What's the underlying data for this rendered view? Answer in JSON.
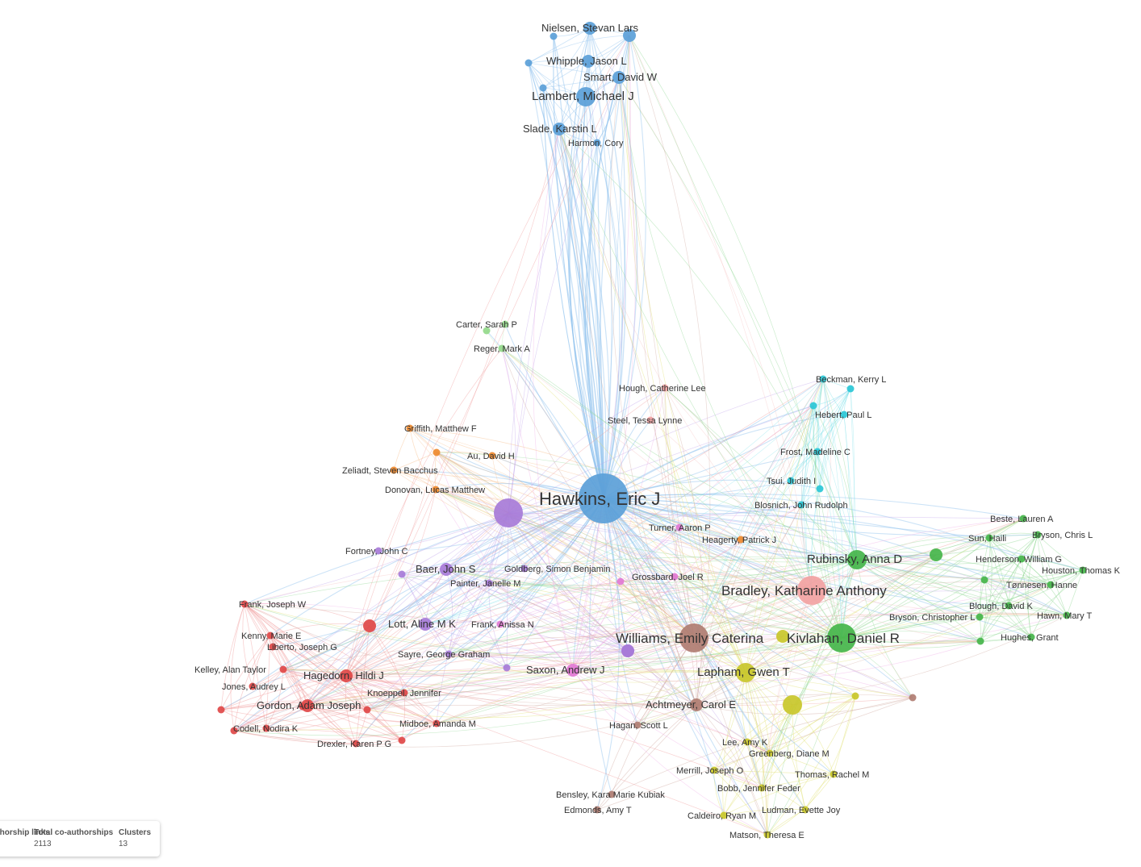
{
  "clusters": [
    {
      "id": "blue",
      "color": "#5b9fd8",
      "edge_color": "#8ec0ee"
    },
    {
      "id": "purple",
      "color": "#a77bd8",
      "edge_color": "#c2a4ea"
    },
    {
      "id": "red",
      "color": "#e04848",
      "edge_color": "#f09a9a"
    },
    {
      "id": "green",
      "color": "#45b54a",
      "edge_color": "#8ed693"
    },
    {
      "id": "salmon",
      "color": "#f2a2a2",
      "edge_color": "#f7c6c6"
    },
    {
      "id": "brown",
      "color": "#b07d72",
      "edge_color": "#d1aaa1"
    },
    {
      "id": "olive",
      "color": "#c9c72a",
      "edge_color": "#e1df6f"
    },
    {
      "id": "pink",
      "color": "#e278d4",
      "edge_color": "#efaee6"
    },
    {
      "id": "cyan",
      "color": "#2ac7d6",
      "edge_color": "#7de0e9"
    },
    {
      "id": "orange",
      "color": "#ee8a2f",
      "edge_color": "#f6bb86"
    },
    {
      "id": "lightgreen",
      "color": "#94d98a",
      "edge_color": "#c5eebf"
    }
  ],
  "nodes": [
    {
      "id": "hawkins",
      "label": "Hawkins, Eric J",
      "cluster": "blue",
      "size": 5
    },
    {
      "id": "nielsen",
      "label": "Nielsen, Stevan Lars",
      "cluster": "blue",
      "size": 2
    },
    {
      "id": "blue_n2",
      "label": "",
      "cluster": "blue",
      "size": 1
    },
    {
      "id": "blue_n3",
      "label": "",
      "cluster": "blue",
      "size": 2
    },
    {
      "id": "blue_n4",
      "label": "",
      "cluster": "blue",
      "size": 1
    },
    {
      "id": "whipple",
      "label": "Whipple, Jason L",
      "cluster": "blue",
      "size": 2
    },
    {
      "id": "smart",
      "label": "Smart, David W",
      "cluster": "blue",
      "size": 2
    },
    {
      "id": "blue_n7",
      "label": "",
      "cluster": "blue",
      "size": 1
    },
    {
      "id": "lambert",
      "label": "Lambert, Michael J",
      "cluster": "blue",
      "size": 3
    },
    {
      "id": "slade",
      "label": "Slade, Karstin L",
      "cluster": "blue",
      "size": 2
    },
    {
      "id": "harmon",
      "label": "Harmon, Cory",
      "cluster": "blue",
      "size": 1
    },
    {
      "id": "purple_hub",
      "label": "",
      "cluster": "purple",
      "size": 4
    },
    {
      "id": "baer",
      "label": "Baer, John S",
      "cluster": "purple",
      "size": 2
    },
    {
      "id": "fortney",
      "label": "Fortney, John C",
      "cluster": "purple",
      "size": 1
    },
    {
      "id": "purple_n4",
      "label": "",
      "cluster": "purple",
      "size": 1
    },
    {
      "id": "painter",
      "label": "Painter, Janelle M",
      "cluster": "purple",
      "size": 1
    },
    {
      "id": "goldberg",
      "label": "Goldberg, Simon Benjamin",
      "cluster": "purple",
      "size": 1
    },
    {
      "id": "lott",
      "label": "Lott, Aline M K",
      "cluster": "purple",
      "size": 2
    },
    {
      "id": "sayre",
      "label": "Sayre, George Graham",
      "cluster": "purple",
      "size": 1
    },
    {
      "id": "purple_n9",
      "label": "",
      "cluster": "purple",
      "size": 1
    },
    {
      "id": "purple_n10",
      "label": "",
      "cluster": "purple",
      "size": 2
    },
    {
      "id": "frank_w",
      "label": "Frank, Joseph W",
      "cluster": "red",
      "size": 1
    },
    {
      "id": "kenny",
      "label": "Kenny, Marie E",
      "cluster": "red",
      "size": 1
    },
    {
      "id": "liberto",
      "label": "Liberto, Joseph G",
      "cluster": "red",
      "size": 1
    },
    {
      "id": "kelley",
      "label": "Kelley, Alan Taylor",
      "cluster": "red",
      "size": 1
    },
    {
      "id": "hagedorn",
      "label": "Hagedorn, Hildi J",
      "cluster": "red",
      "size": 2
    },
    {
      "id": "jones",
      "label": "Jones, Audrey L",
      "cluster": "red",
      "size": 1
    },
    {
      "id": "gordon",
      "label": "Gordon, Adam Joseph",
      "cluster": "red",
      "size": 2
    },
    {
      "id": "knoeppel",
      "label": "Knoeppel, Jennifer",
      "cluster": "red",
      "size": 1
    },
    {
      "id": "codell",
      "label": "Codell, Nodira K",
      "cluster": "red",
      "size": 1
    },
    {
      "id": "midboe",
      "label": "Midboe, Amanda M",
      "cluster": "red",
      "size": 1
    },
    {
      "id": "drexler",
      "label": "Drexler, Karen P G",
      "cluster": "red",
      "size": 1
    },
    {
      "id": "red_n12",
      "label": "",
      "cluster": "red",
      "size": 2
    },
    {
      "id": "red_n13",
      "label": "",
      "cluster": "red",
      "size": 1
    },
    {
      "id": "red_n14",
      "label": "",
      "cluster": "red",
      "size": 1
    },
    {
      "id": "red_n15",
      "label": "",
      "cluster": "red",
      "size": 1
    },
    {
      "id": "red_n16",
      "label": "",
      "cluster": "red",
      "size": 1
    },
    {
      "id": "red_n17",
      "label": "",
      "cluster": "red",
      "size": 1
    },
    {
      "id": "griffith",
      "label": "Griffith, Matthew F",
      "cluster": "orange",
      "size": 1
    },
    {
      "id": "orange_n2",
      "label": "",
      "cluster": "orange",
      "size": 1
    },
    {
      "id": "au",
      "label": "Au, David H",
      "cluster": "orange",
      "size": 1
    },
    {
      "id": "zeliadt",
      "label": "Zeliadt, Steven Bacchus",
      "cluster": "orange",
      "size": 1
    },
    {
      "id": "donovan",
      "label": "Donovan, Lucas Matthew",
      "cluster": "orange",
      "size": 1
    },
    {
      "id": "heagerty",
      "label": "Heagerty, Patrick J",
      "cluster": "orange",
      "size": 1
    },
    {
      "id": "carter",
      "label": "Carter, Sarah P",
      "cluster": "lightgreen",
      "size": 1
    },
    {
      "id": "reger",
      "label": "Reger, Mark A",
      "cluster": "lightgreen",
      "size": 1
    },
    {
      "id": "lightgreen_n3",
      "label": "",
      "cluster": "lightgreen",
      "size": 1
    },
    {
      "id": "lightgreen_n4",
      "label": "",
      "cluster": "olive",
      "size": 1
    },
    {
      "id": "hough",
      "label": "Hough, Catherine Lee",
      "cluster": "salmon",
      "size": 1
    },
    {
      "id": "steel",
      "label": "Steel, Tessa Lynne",
      "cluster": "salmon",
      "size": 1
    },
    {
      "id": "bradley",
      "label": "Bradley, Katharine Anthony",
      "cluster": "salmon",
      "size": 4
    },
    {
      "id": "beckman",
      "label": "Beckman, Kerry L",
      "cluster": "cyan",
      "size": 1
    },
    {
      "id": "cyan_n2",
      "label": "",
      "cluster": "cyan",
      "size": 1
    },
    {
      "id": "hebert",
      "label": "Hebert, Paul L",
      "cluster": "cyan",
      "size": 1
    },
    {
      "id": "cyan_n4",
      "label": "",
      "cluster": "cyan",
      "size": 1
    },
    {
      "id": "frost",
      "label": "Frost, Madeline C",
      "cluster": "cyan",
      "size": 1
    },
    {
      "id": "tsui",
      "label": "Tsui, Judith I",
      "cluster": "cyan",
      "size": 1
    },
    {
      "id": "blosnich",
      "label": "Blosnich, John Rudolph",
      "cluster": "cyan",
      "size": 1
    },
    {
      "id": "cyan_n8",
      "label": "",
      "cluster": "cyan",
      "size": 1
    },
    {
      "id": "turner",
      "label": "Turner, Aaron P",
      "cluster": "pink",
      "size": 1
    },
    {
      "id": "grossbard",
      "label": "Grossbard, Joel R",
      "cluster": "pink",
      "size": 1
    },
    {
      "id": "saxon",
      "label": "Saxon, Andrew J",
      "cluster": "pink",
      "size": 2
    },
    {
      "id": "frank_a",
      "label": "Frank, Anissa N",
      "cluster": "pink",
      "size": 1
    },
    {
      "id": "pink_n5",
      "label": "",
      "cluster": "pink",
      "size": 1
    },
    {
      "id": "williams",
      "label": "Williams, Emily Caterina",
      "cluster": "brown",
      "size": 4
    },
    {
      "id": "achtmeyer",
      "label": "Achtmeyer, Carol E",
      "cluster": "brown",
      "size": 2
    },
    {
      "id": "hagan",
      "label": "Hagan, Scott L",
      "cluster": "brown",
      "size": 1
    },
    {
      "id": "bensley",
      "label": "Bensley, Kara Marie Kubiak",
      "cluster": "brown",
      "size": 1
    },
    {
      "id": "edmonds",
      "label": "Edmonds, Amy T",
      "cluster": "brown",
      "size": 1
    },
    {
      "id": "brown_n6",
      "label": "",
      "cluster": "brown",
      "size": 1
    },
    {
      "id": "purple_near_williams",
      "label": "",
      "cluster": "purple",
      "size": 2
    },
    {
      "id": "lapham",
      "label": "Lapham, Gwen T",
      "cluster": "olive",
      "size": 3
    },
    {
      "id": "olive_n2",
      "label": "",
      "cluster": "olive",
      "size": 2
    },
    {
      "id": "olive_n3",
      "label": "",
      "cluster": "olive",
      "size": 3
    },
    {
      "id": "lee",
      "label": "Lee, Amy K",
      "cluster": "olive",
      "size": 1
    },
    {
      "id": "greenberg",
      "label": "Greenberg, Diane M",
      "cluster": "olive",
      "size": 1
    },
    {
      "id": "merrill",
      "label": "Merrill, Joseph O",
      "cluster": "olive",
      "size": 1
    },
    {
      "id": "thomas",
      "label": "Thomas, Rachel M",
      "cluster": "olive",
      "size": 1
    },
    {
      "id": "bobb",
      "label": "Bobb, Jennifer Feder",
      "cluster": "olive",
      "size": 1
    },
    {
      "id": "caldeiro",
      "label": "Caldeiro, Ryan M",
      "cluster": "olive",
      "size": 1
    },
    {
      "id": "ludman",
      "label": "Ludman, Evette Joy",
      "cluster": "olive",
      "size": 1
    },
    {
      "id": "matson",
      "label": "Matson, Theresa E",
      "cluster": "olive",
      "size": 1
    },
    {
      "id": "rubinsky",
      "label": "Rubinsky, Anna D",
      "cluster": "green",
      "size": 3
    },
    {
      "id": "kivlahan",
      "label": "Kivlahan, Daniel R",
      "cluster": "green",
      "size": 4
    },
    {
      "id": "beste",
      "label": "Beste, Lauren A",
      "cluster": "green",
      "size": 1
    },
    {
      "id": "sun",
      "label": "Sun, Haili",
      "cluster": "green",
      "size": 1
    },
    {
      "id": "bryson_c",
      "label": "Bryson, Chris L",
      "cluster": "green",
      "size": 1
    },
    {
      "id": "green_n6",
      "label": "",
      "cluster": "green",
      "size": 2
    },
    {
      "id": "henderson",
      "label": "Henderson, William G",
      "cluster": "green",
      "size": 1
    },
    {
      "id": "houston",
      "label": "Houston, Thomas K",
      "cluster": "green",
      "size": 1
    },
    {
      "id": "tonnesen",
      "label": "Tønnesen, Hanne",
      "cluster": "green",
      "size": 1
    },
    {
      "id": "green_n10",
      "label": "",
      "cluster": "green",
      "size": 1
    },
    {
      "id": "blough",
      "label": "Blough, David K",
      "cluster": "green",
      "size": 1
    },
    {
      "id": "hawn",
      "label": "Hawn, Mary T",
      "cluster": "green",
      "size": 1
    },
    {
      "id": "bryson_ch",
      "label": "Bryson, Christopher L",
      "cluster": "green",
      "size": 1
    },
    {
      "id": "hughes",
      "label": "Hughes, Grant",
      "cluster": "green",
      "size": 1
    },
    {
      "id": "green_n15",
      "label": "",
      "cluster": "green",
      "size": 1
    }
  ],
  "stats": {
    "links_label": "Co-authorship links",
    "total_label": "Total co-authorships",
    "total_value": "2113",
    "clusters_label": "Clusters",
    "clusters_value": "13"
  }
}
